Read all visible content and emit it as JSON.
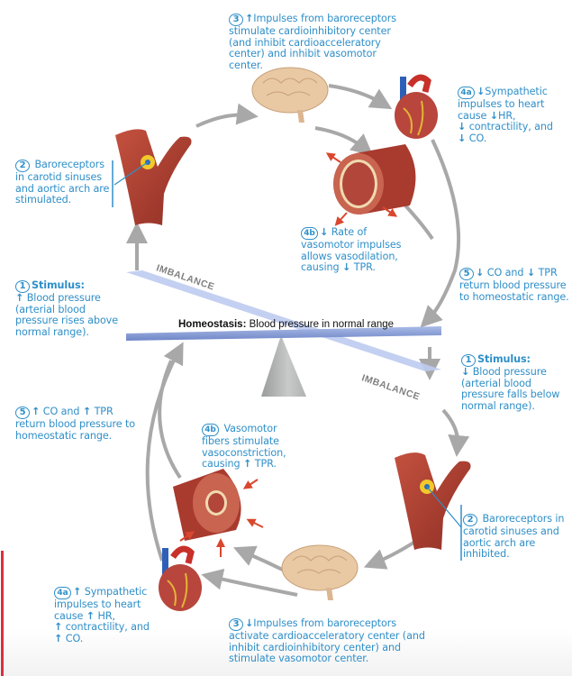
{
  "homeostasis": {
    "label": "Homeostasis:",
    "text": " Blood pressure in normal range"
  },
  "imbalance_top": "IMBALANCE",
  "imbalance_bottom": "IMBALANCE",
  "upper_cycle": {
    "stimulus": {
      "num": "1",
      "title": "Stimulus:",
      "arrow": "↑",
      "text": " Blood pressure (arterial blood pressure rises above normal range)."
    },
    "baroreceptors": {
      "num": "2",
      "text": " Baroreceptors in carotid sinuses and aortic arch are stimulated."
    },
    "impulses": {
      "num": "3",
      "arrow": "↑",
      "text": "Impulses from baroreceptors stimulate cardioinhibitory center (and inhibit cardioacceleratory center) and inhibit vasomotor center."
    },
    "heart": {
      "num": "4a",
      "a1": "↓",
      "t1": "Sympathetic impulses to heart cause ",
      "a2": "↓",
      "t2": "HR, ",
      "a3": "↓",
      "t3": " contractility, and ",
      "a4": "↓",
      "t4": " CO."
    },
    "vessel": {
      "num": "4b",
      "a1": "↓",
      "t1": " Rate of vasomotor impulses allows vasodilation, causing ",
      "a2": "↓",
      "t2": " TPR."
    },
    "return": {
      "num": "5",
      "a1": "↓",
      "t1": " CO and ",
      "a2": "↓",
      "t2": " TPR return blood pressure to homeostatic range."
    }
  },
  "lower_cycle": {
    "stimulus": {
      "num": "1",
      "title": "Stimulus:",
      "arrow": "↓",
      "text": " Blood pressure (arterial blood pressure falls below normal range)."
    },
    "baroreceptors": {
      "num": "2",
      "text": " Baroreceptors in carotid sinuses and aortic arch are inhibited."
    },
    "impulses": {
      "num": "3",
      "arrow": "↓",
      "text": "Impulses from baroreceptors activate cardioacceleratory center (and inhibit cardioinhibitory center) and stimulate vasomotor center."
    },
    "heart": {
      "num": "4a",
      "a1": "↑",
      "t1": " Sympathetic impulses to heart cause ",
      "a2": "↑",
      "t2": " HR, ",
      "a3": "↑",
      "t3": " contractility, and ",
      "a4": "↑",
      "t4": " CO."
    },
    "vessel": {
      "num": "4b",
      "t1": " Vasomotor fibers stimulate vasoconstriction, causing ",
      "a2": "↑",
      "t2": " TPR."
    },
    "return": {
      "num": "5",
      "a1": "↑",
      "t1": " CO and ",
      "a2": "↑",
      "t2": " TPR return blood pressure to homeostatic range."
    }
  },
  "colors": {
    "label_blue": "#2f8fc9",
    "flow_arrow": "#a8a8a8",
    "vessel_red": "#b6483a",
    "seesaw_blue": "#8fa6d9",
    "dilation_arrow": "#d9472e"
  }
}
